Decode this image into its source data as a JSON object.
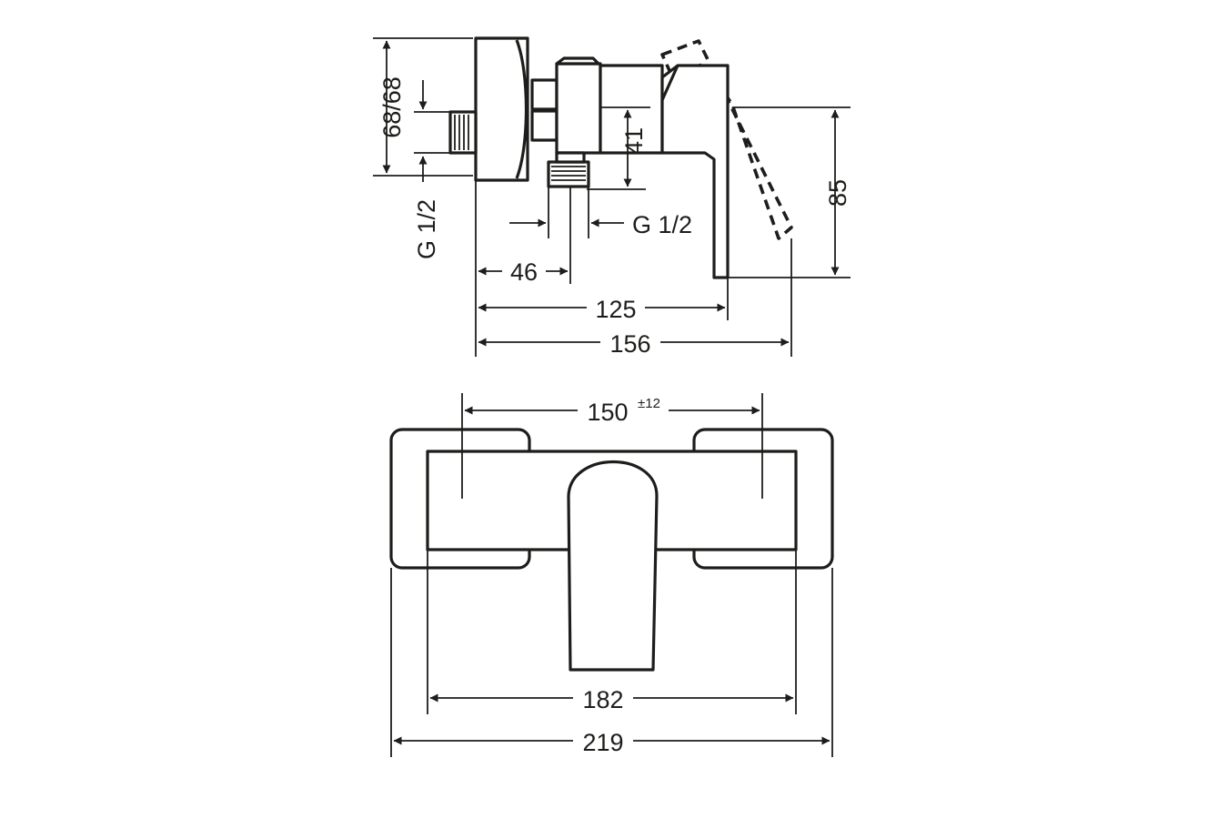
{
  "side_view": {
    "dim_overall_depth": "156",
    "dim_depth_to_lever": "125",
    "dim_wall_to_outlet": "46",
    "dim_lever_height": "85",
    "dim_outlet_height": "41",
    "dim_connection_height": "68/68",
    "thread_inlet": "G 1/2",
    "thread_outlet": "G 1/2"
  },
  "front_view": {
    "dim_center_distance": "150",
    "dim_center_tolerance": "±12",
    "dim_body_width": "182",
    "dim_overall_width": "219"
  }
}
